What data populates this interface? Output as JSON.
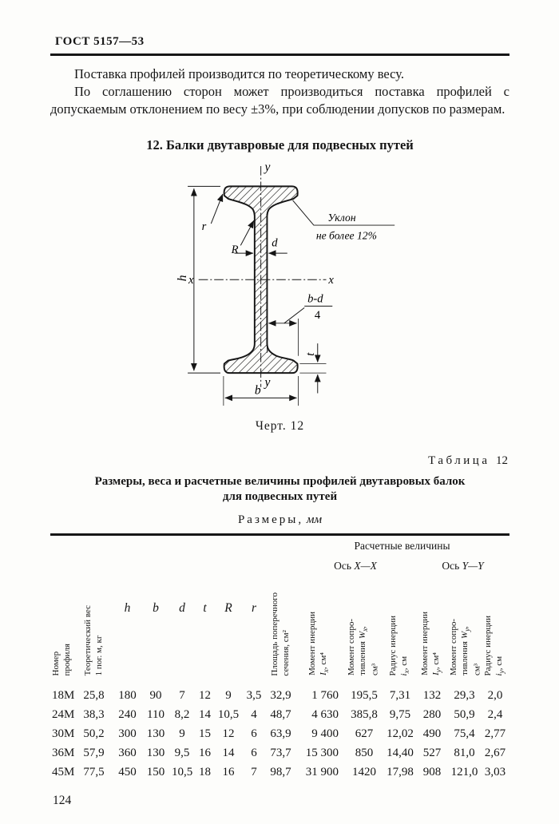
{
  "page": {
    "doc_number": "ГОСТ 5157—53",
    "page_number": "124"
  },
  "intro": {
    "para1": "Поставка профилей производится по теоретическому весу.",
    "para2": "По соглашению сторон может производиться поставка профилей с допускаемым отклонением по весу ±3%, при соблюдении допусков по размерам."
  },
  "section_title": "12. Балки двутавровые для подвесных путей",
  "figure": {
    "caption": "Черт. 12",
    "labels": {
      "y_top": "y",
      "y_bottom": "y",
      "x_left": "x",
      "x_right": "x",
      "r_small": "r",
      "R_big": "R",
      "d": "d",
      "h": "h",
      "b": "b",
      "t": "t",
      "slope1": "Уклон",
      "slope2": "не более 12%",
      "frac_num": "b-d",
      "frac_den": "4"
    }
  },
  "table": {
    "ref_label": "Таблица",
    "ref_number": "12",
    "title_line1": "Размеры, веса и расчетные величины профилей двутавровых балок",
    "title_line2": "для подвесных путей",
    "units_label": "Размеры,",
    "units_value": "мм",
    "headers": {
      "number": "Номер<br>профиля",
      "weight": "Теоретический вес<br>1 пог. м, кг",
      "h": "h",
      "b": "b",
      "d": "d",
      "t": "t",
      "R": "R",
      "r": "r",
      "area": "Площадь поперечного<br>сечения, см²",
      "calc_group": "Расчетные величины",
      "axis_x": "Ось <i>X—X</i>",
      "axis_y": "Ось <i>Y—Y</i>",
      "ix_moment": "Момент инерции<br><i>I<sub>x</sub></i>, см⁴",
      "wx": "Момент сопро-<br>тивления <i>W<sub>x</sub></i>,<br>см³",
      "ix_radius": "Радиус инерции<br><i>i<sub>x</sub></i>, см",
      "iy_moment": "Момент инерции<br><i>I<sub>y</sub></i>, см⁴",
      "wy": "Момент сопро-<br>тивления <i>W<sub>y</sub></i>,<br>см³",
      "iy_radius": "Радиус инерции<br><i>i<sub>y</sub></i>, см"
    },
    "rows": [
      [
        "18М",
        "25,8",
        "180",
        "90",
        "7",
        "12",
        "9",
        "3,5",
        "32,9",
        "1 760",
        "195,5",
        "7,31",
        "132",
        "29,3",
        "2,0"
      ],
      [
        "24М",
        "38,3",
        "240",
        "110",
        "8,2",
        "14",
        "10,5",
        "4",
        "48,7",
        "4 630",
        "385,8",
        "9,75",
        "280",
        "50,9",
        "2,4"
      ],
      [
        "30М",
        "50,2",
        "300",
        "130",
        "9",
        "15",
        "12",
        "6",
        "63,9",
        "9 400",
        "627",
        "12,02",
        "490",
        "75,4",
        "2,77"
      ],
      [
        "36М",
        "57,9",
        "360",
        "130",
        "9,5",
        "16",
        "14",
        "6",
        "73,7",
        "15 300",
        "850",
        "14,40",
        "527",
        "81,0",
        "2,67"
      ],
      [
        "45М",
        "77,5",
        "450",
        "150",
        "10,5",
        "18",
        "16",
        "7",
        "98,7",
        "31 900",
        "1420",
        "17,98",
        "908",
        "121,0",
        "3,03"
      ]
    ]
  }
}
